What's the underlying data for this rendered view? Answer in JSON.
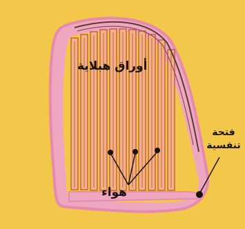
{
  "labels": {
    "main": "أوراق هبلاية",
    "air": "هواء",
    "opening_line1": "فتحة",
    "opening_line2": "تنفسية"
  },
  "colors": {
    "background": "#f3c84a",
    "outline": "#e58cae",
    "outline_dark": "#c8708f",
    "lamella_fill": "#f0b287",
    "lamella_line": "#c04a36",
    "ink": "#1b120c"
  }
}
